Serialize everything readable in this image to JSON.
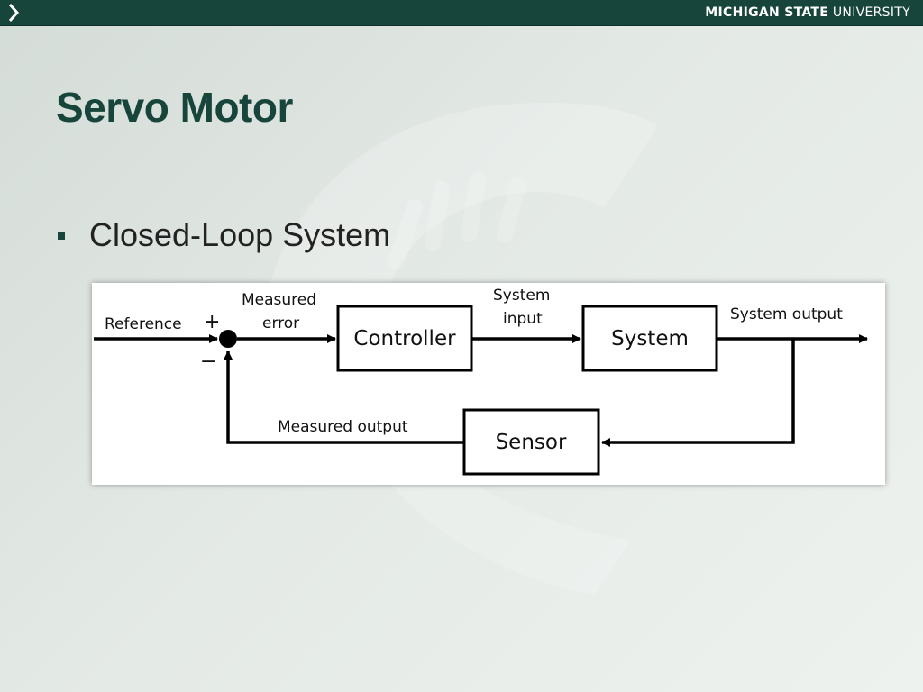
{
  "header": {
    "brand_bold": "MICHIGAN STATE",
    "brand_light": " UNIVERSITY",
    "nav_icon": "chevron-right-icon"
  },
  "slide": {
    "title": "Servo Motor",
    "bullets": [
      "Closed-Loop System"
    ]
  },
  "diagram": {
    "blocks": {
      "controller": "Controller",
      "system": "System",
      "sensor": "Sensor"
    },
    "labels": {
      "reference": "Reference",
      "plus": "+",
      "minus": "−",
      "measured_error_1": "Measured",
      "measured_error_2": "error",
      "system_input_1": "System",
      "system_input_2": "input",
      "system_output": "System output",
      "measured_output": "Measured output"
    }
  },
  "colors": {
    "brand_green": "#18453b",
    "diagram_line": "#000000"
  }
}
